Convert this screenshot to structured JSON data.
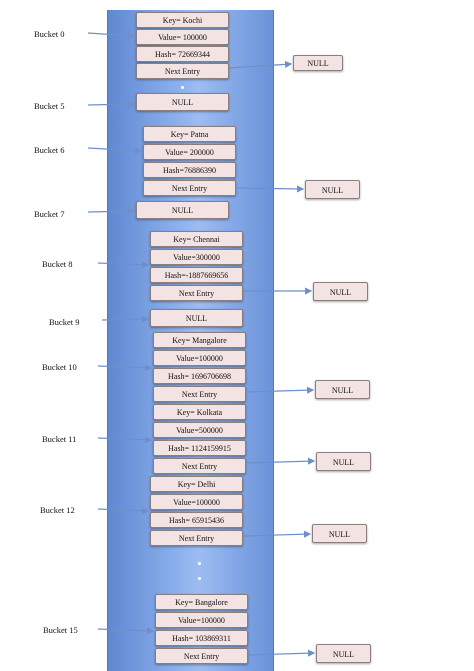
{
  "diagram": {
    "buckets": [
      {
        "label": "Bucket 0",
        "entry": {
          "key": "Key= Kochi",
          "value": "Value= 100000",
          "hash": "Hash= 72669344",
          "next": "Next Entry",
          "null": "NULL"
        }
      },
      {
        "label": "Bucket 5",
        "null": "NULL"
      },
      {
        "label": "Bucket 6",
        "entry": {
          "key": "Key= Patna",
          "value": "Value= 200000",
          "hash": "Hash=76886390",
          "next": "Next Entry",
          "null": "NULL"
        }
      },
      {
        "label": "Bucket 7",
        "null": "NULL"
      },
      {
        "label": "Bucket 8",
        "entry": {
          "key": "Key= Chennai",
          "value": "Value=300000",
          "hash": "Hash=-1887669656",
          "next": "Next Entry",
          "null": "NULL"
        }
      },
      {
        "label": "Bucket 9",
        "null": "NULL"
      },
      {
        "label": "Bucket 10",
        "entry": {
          "key": "Key= Mangalore",
          "value": "Value=100000",
          "hash": "Hash= 1696706698",
          "next": "Next Entry",
          "null": "NULL"
        }
      },
      {
        "label": "Bucket 11",
        "entry": {
          "key": "Key= Kolkata",
          "value": "Value=500000",
          "hash": "Hash= 1124159915",
          "next": "Next Entry",
          "null": "NULL"
        }
      },
      {
        "label": "Bucket 12",
        "entry": {
          "key": "Key= Delhi",
          "value": "Value=100000",
          "hash": "Hash= 65915436",
          "next": "Next Entry",
          "null": "NULL"
        }
      },
      {
        "label": "Bucket 15",
        "entry": {
          "key": "Key= Bangalore",
          "value": "Value=100000",
          "hash": "Hash= 103869311",
          "next": "Next Entry",
          "null": "NULL"
        }
      }
    ]
  },
  "colors": {
    "column": "#7fa4e6",
    "cell": "#f3e3e3",
    "arrow": "#6f8fc8"
  }
}
